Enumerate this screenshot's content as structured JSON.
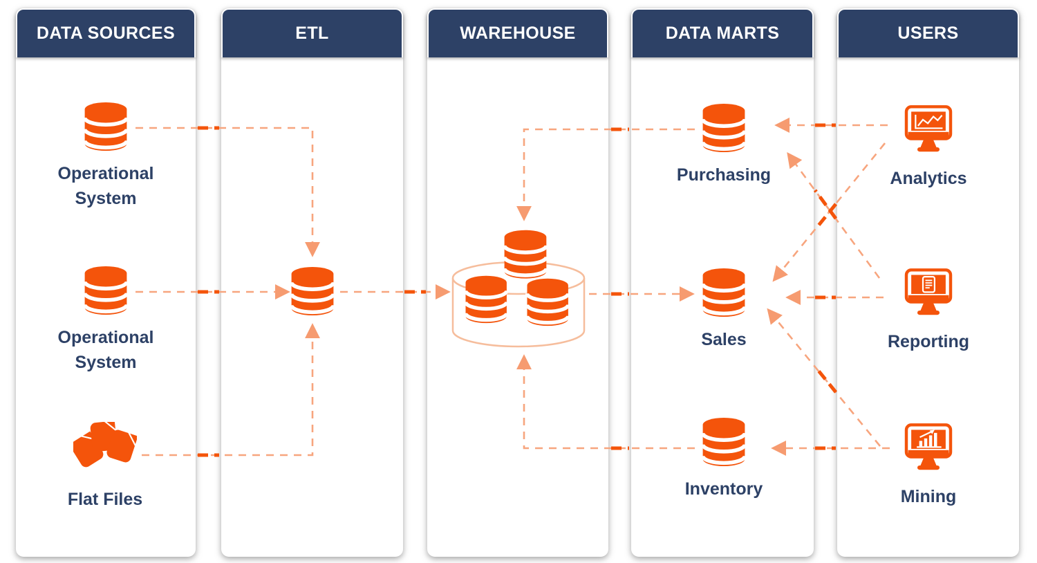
{
  "columns": [
    {
      "id": "data-sources",
      "title": "DATA SOURCES",
      "items": [
        {
          "id": "operational-system-1",
          "icon": "database-icon",
          "label": "Operational System"
        },
        {
          "id": "operational-system-2",
          "icon": "database-icon",
          "label": "Operational System"
        },
        {
          "id": "flat-files",
          "icon": "flat-files-icon",
          "label": "Flat Files"
        }
      ]
    },
    {
      "id": "etl",
      "title": "ETL",
      "items": [
        {
          "id": "etl-database",
          "icon": "database-icon",
          "label": ""
        }
      ]
    },
    {
      "id": "warehouse",
      "title": "WAREHOUSE",
      "items": [
        {
          "id": "warehouse-cluster",
          "icon": "warehouse-icon",
          "label": ""
        }
      ]
    },
    {
      "id": "data-marts",
      "title": "DATA MARTS",
      "items": [
        {
          "id": "purchasing",
          "icon": "database-icon",
          "label": "Purchasing"
        },
        {
          "id": "sales",
          "icon": "database-icon",
          "label": "Sales"
        },
        {
          "id": "inventory",
          "icon": "database-icon",
          "label": "Inventory"
        }
      ]
    },
    {
      "id": "users",
      "title": "USERS",
      "items": [
        {
          "id": "analytics",
          "icon": "monitor-line-chart-icon",
          "label": "Analytics"
        },
        {
          "id": "reporting",
          "icon": "monitor-report-icon",
          "label": "Reporting"
        },
        {
          "id": "mining",
          "icon": "monitor-bar-chart-icon",
          "label": "Mining"
        }
      ]
    }
  ],
  "connections": [
    {
      "from": "operational-system-1",
      "to": "etl-database",
      "style": "dashed"
    },
    {
      "from": "operational-system-2",
      "to": "etl-database",
      "style": "dashed"
    },
    {
      "from": "flat-files",
      "to": "etl-database",
      "style": "dashed"
    },
    {
      "from": "etl-database",
      "to": "warehouse-cluster",
      "style": "dashed"
    },
    {
      "from": "warehouse-cluster",
      "to": "sales",
      "style": "dashed"
    },
    {
      "from": "purchasing",
      "to": "warehouse-cluster",
      "style": "dashed"
    },
    {
      "from": "inventory",
      "to": "warehouse-cluster",
      "style": "dashed"
    },
    {
      "from": "analytics",
      "to": "purchasing",
      "style": "dashed"
    },
    {
      "from": "analytics",
      "to": "sales",
      "style": "dashed"
    },
    {
      "from": "reporting",
      "to": "purchasing",
      "style": "dashed"
    },
    {
      "from": "reporting",
      "to": "sales",
      "style": "dashed"
    },
    {
      "from": "mining",
      "to": "sales",
      "style": "dashed"
    },
    {
      "from": "mining",
      "to": "inventory",
      "style": "dashed"
    }
  ],
  "colors": {
    "icon_orange": "#F4540B",
    "arrow_salmon": "#F7A57E",
    "arrow_head": "#F69B70",
    "arrow_bright": "#F4540A",
    "header_navy": "#2D4166",
    "label_navy": "#2D4166",
    "warehouse_outline": "#F6BD9C",
    "panel_bg": "#FFFFFF"
  }
}
